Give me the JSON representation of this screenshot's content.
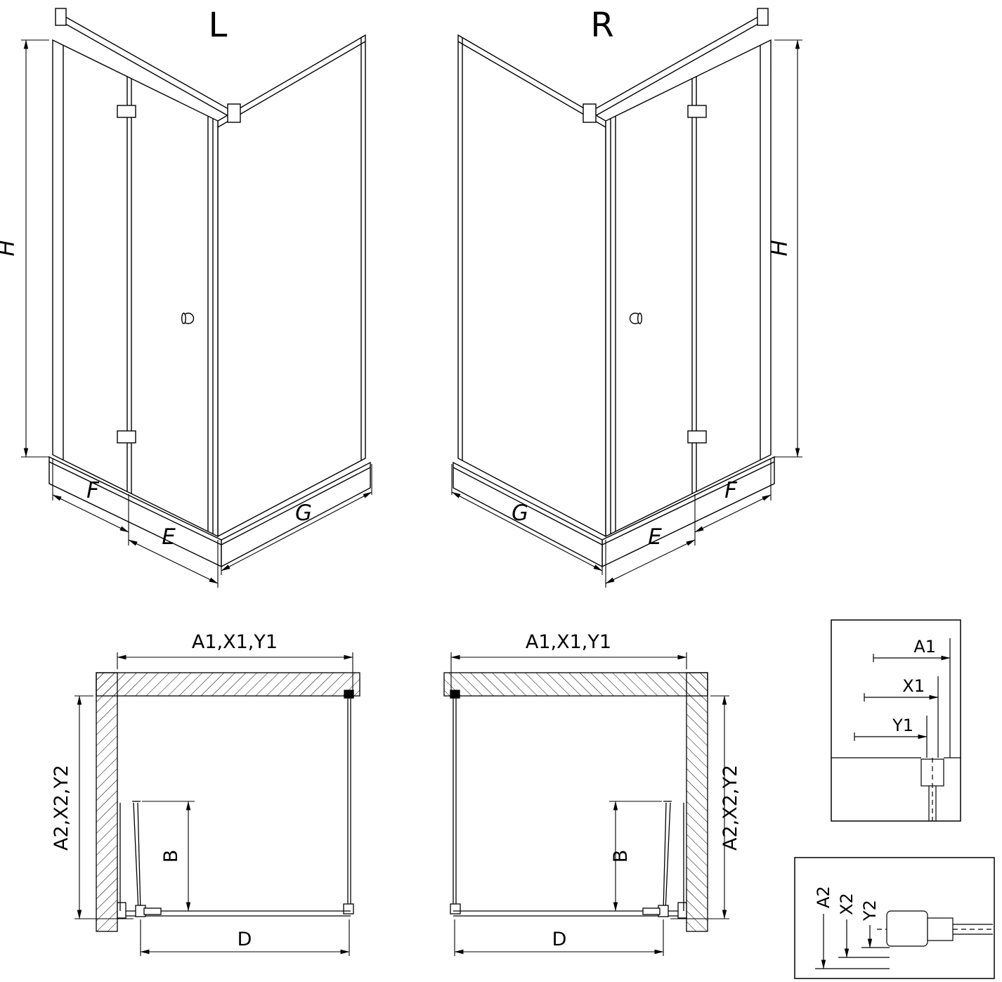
{
  "drawing": {
    "background": "#ffffff",
    "line_color": "#000000",
    "left_unit": {
      "title": "L",
      "height_label": "H",
      "front_width_label": "F",
      "door_width_label": "E",
      "side_width_label": "G"
    },
    "right_unit": {
      "title": "R",
      "height_label": "H",
      "front_width_label": "F",
      "door_width_label": "E",
      "side_width_label": "G"
    },
    "left_plan": {
      "width_label": "A1,X1,Y1",
      "depth_label": "A2,X2,Y2",
      "door_projection_label": "B",
      "clear_width_label": "D"
    },
    "right_plan": {
      "width_label": "A1,X1,Y1",
      "depth_label": "A2,X2,Y2",
      "door_projection_label": "B",
      "clear_width_label": "D"
    },
    "detail_width": {
      "a1": "A1",
      "x1": "X1",
      "y1": "Y1"
    },
    "detail_depth": {
      "a2": "A2",
      "x2": "X2",
      "y2": "Y2"
    }
  }
}
